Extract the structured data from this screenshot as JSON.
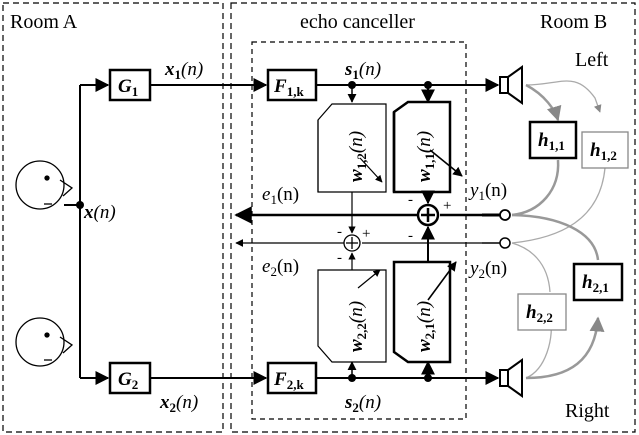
{
  "rooms": {
    "room_a": "Room A",
    "room_b": "Room B",
    "left": "Left",
    "right": "Right"
  },
  "canceller": {
    "title": "echo canceller"
  },
  "signals": {
    "x": {
      "base": "x",
      "arg": "(n)"
    },
    "x1": {
      "base": "x",
      "sub": "1",
      "arg": "(n)"
    },
    "x2": {
      "base": "x",
      "sub": "2",
      "arg": "(n)"
    },
    "s1": {
      "base": "s",
      "sub": "1",
      "arg": "(n)"
    },
    "s2": {
      "base": "s",
      "sub": "2",
      "arg": "(n)"
    },
    "e1": {
      "base": "e",
      "sub": "1",
      "arg": "(n)"
    },
    "e2": {
      "base": "e",
      "sub": "2",
      "arg": "(n)"
    },
    "y1": {
      "base": "y",
      "sub": "1",
      "arg": "(n)"
    },
    "y2": {
      "base": "y",
      "sub": "2",
      "arg": "(n)"
    }
  },
  "blocks": {
    "g1": {
      "base": "G",
      "sub": "1"
    },
    "g2": {
      "base": "G",
      "sub": "2"
    },
    "f1": {
      "base": "F",
      "sub": "1,k"
    },
    "f2": {
      "base": "F",
      "sub": "2,k"
    },
    "w11": {
      "base": "w",
      "sub": "1,1",
      "arg": "(n)"
    },
    "w12": {
      "base": "w",
      "sub": "1,2",
      "arg": "(n)"
    },
    "w21": {
      "base": "w",
      "sub": "2,1",
      "arg": "(n)"
    },
    "w22": {
      "base": "w",
      "sub": "2,2",
      "arg": "(n)"
    },
    "h11": {
      "base": "h",
      "sub": "1,1"
    },
    "h12": {
      "base": "h",
      "sub": "1,2"
    },
    "h21": {
      "base": "h",
      "sub": "2,1"
    },
    "h22": {
      "base": "h",
      "sub": "2,2"
    }
  },
  "signs": {
    "minus": "-",
    "plus": "+"
  }
}
